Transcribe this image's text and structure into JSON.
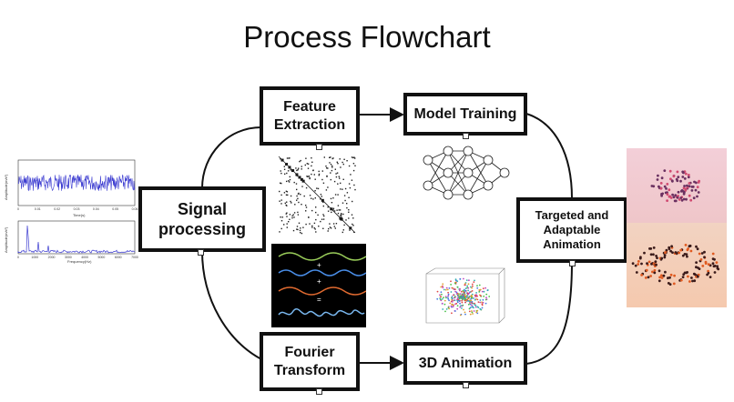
{
  "title": "Process Flowchart",
  "nodes": {
    "feature_extraction": [
      "Feature",
      "Extraction"
    ],
    "model_training": "Model Training",
    "signal_processing": [
      "Signal",
      "processing"
    ],
    "targeted_animation": [
      "Targeted and",
      "Adaptable",
      "Animation"
    ],
    "fourier_transform": [
      "Fourier",
      "Transform"
    ],
    "animation_3d": "3D Animation"
  },
  "signal_plot": {
    "top_ylabel": "Amplitude(m/s²)",
    "top_xlabel": "Time(s)",
    "top_xticks": [
      "0",
      "0.01",
      "0.02",
      "0.03",
      "0.04",
      "0.05",
      "0.06"
    ],
    "bottom_ylabel": "Amplitude(m/s²)",
    "bottom_xlabel": "Frequency(Hz)",
    "bottom_xticks": [
      "0",
      "1000",
      "2000",
      "3000",
      "4000",
      "5000",
      "6000",
      "7000"
    ]
  },
  "fourier_symbols": {
    "plus1": "+",
    "plus2": "+",
    "equals": "="
  },
  "colors": {
    "line": "#111111",
    "signal": "#3a3ad0",
    "fourier_bg": "#000000"
  }
}
